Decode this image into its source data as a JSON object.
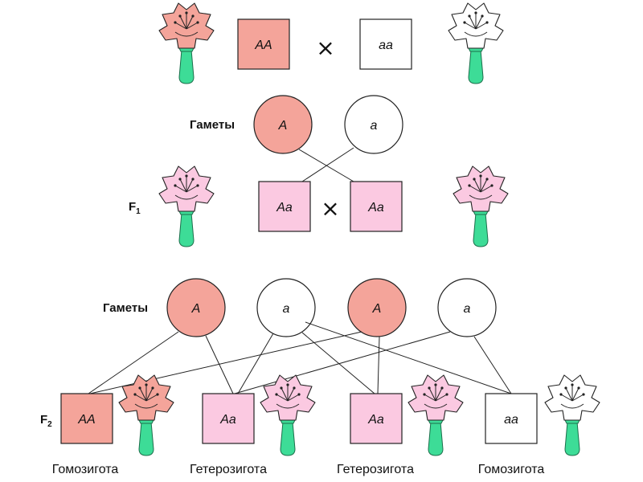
{
  "colors": {
    "dominant": "#f4a49a",
    "heterozygous": "#fbc9e1",
    "recessive": "#ffffff",
    "stem": "#3ddc97"
  },
  "cross_symbol": "×",
  "parents": {
    "left": {
      "genotype": "AA",
      "flower": "red-flower-icon"
    },
    "right": {
      "genotype": "aa",
      "flower": "white-flower-icon"
    }
  },
  "gametes_p": {
    "label": "Гаметы",
    "items": [
      "A",
      "a"
    ]
  },
  "f1": {
    "label": "F",
    "label_sub": "1",
    "genotypes": [
      "Aa",
      "Aa"
    ],
    "flower": "pink-flower-icon"
  },
  "gametes_f1": {
    "label": "Гаметы",
    "items": [
      "A",
      "a",
      "A",
      "a"
    ]
  },
  "f2": {
    "label": "F",
    "label_sub": "2",
    "offspring": [
      {
        "genotype": "AA",
        "caption": "Гомозигота"
      },
      {
        "genotype": "Aa",
        "caption": "Гетерозигота"
      },
      {
        "genotype": "Aa",
        "caption": "Гетерозигота"
      },
      {
        "genotype": "aa",
        "caption": "Гомозигота"
      }
    ]
  }
}
